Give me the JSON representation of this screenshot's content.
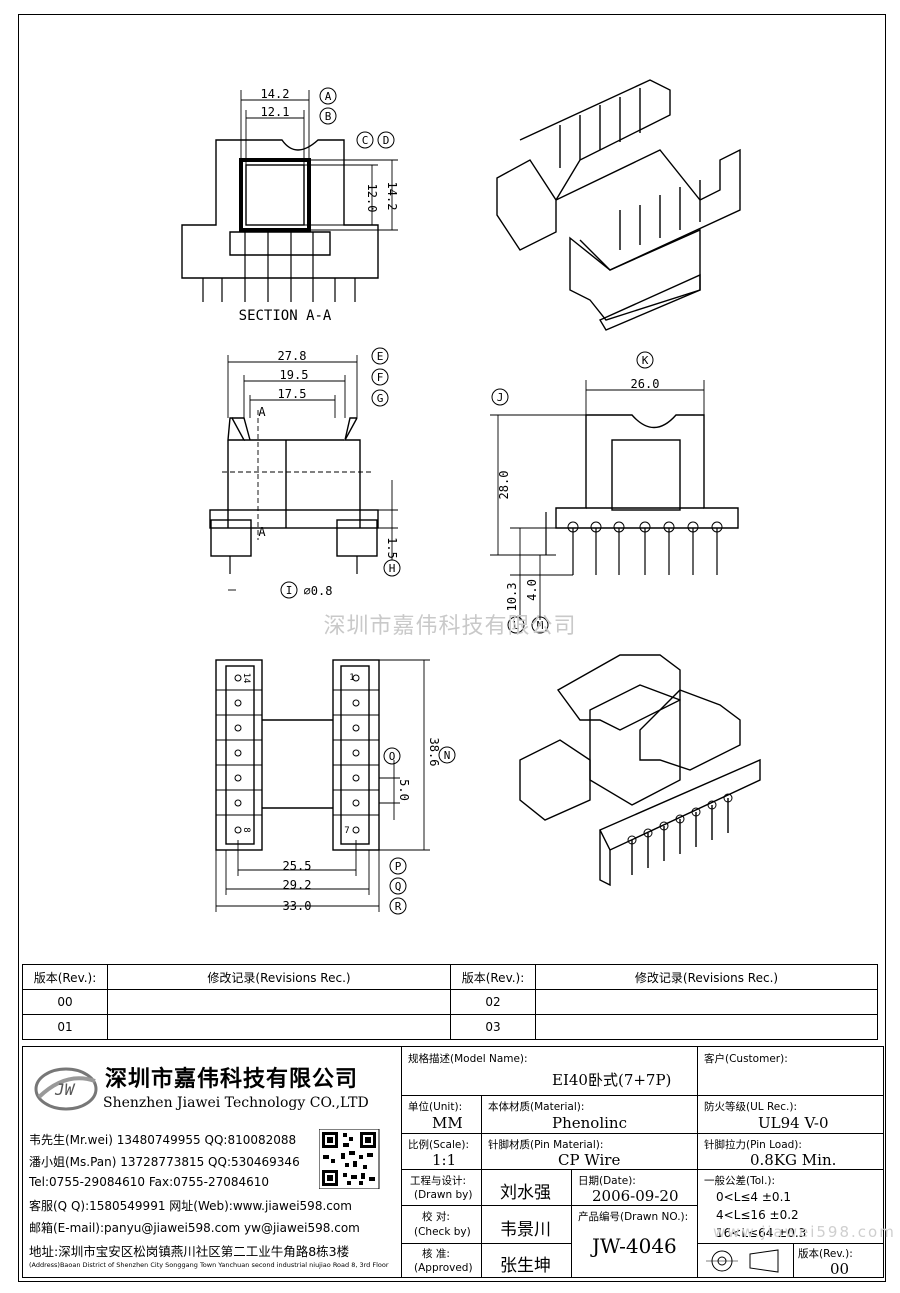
{
  "labels": {
    "section": "SECTION  A-A",
    "cut_a": "A"
  },
  "dims": {
    "d14_2_top": "14.2",
    "d12_1": "12.1",
    "d12_0": "12.0",
    "d14_2_side": "14.2",
    "d27_8": "27.8",
    "d19_5": "19.5",
    "d17_5": "17.5",
    "d1_5": "1.5",
    "d0_8": "⌀0.8",
    "d26_0": "26.0",
    "d28_0": "28.0",
    "d10_3": "10.3",
    "d4_0": "4.0",
    "d38_6": "38.6",
    "d5_0": "5.0",
    "d25_5": "25.5",
    "d29_2": "29.2",
    "d33_0": "33.0",
    "pin14": "14",
    "pin1": "1",
    "pin8": "8",
    "pin7": "7"
  },
  "callouts": [
    "A",
    "B",
    "C",
    "D",
    "E",
    "F",
    "G",
    "H",
    "I",
    "J",
    "K",
    "L",
    "M",
    "N",
    "O",
    "P",
    "Q",
    "R"
  ],
  "watermark": "深圳市嘉伟科技有限公司",
  "revisions": {
    "header_rev": "版本(Rev.):",
    "header_rec": "修改记录(Revisions Rec.)",
    "rows": [
      [
        "00",
        "",
        "02",
        ""
      ],
      [
        "01",
        "",
        "03",
        ""
      ]
    ]
  },
  "titleblock": {
    "logo_text": "JW",
    "company_cn": "深圳市嘉伟科技有限公司",
    "company_en": "Shenzhen Jiawei Technology CO.,LTD",
    "contacts": [
      "韦先生(Mr.wei) 13480749955 QQ:810082088",
      "潘小姐(Ms.Pan) 13728773815 QQ:530469346",
      "Tel:0755-29084610       Fax:0755-27084610",
      "客服(Q Q):1580549991    网址(Web):www.jiawei598.com",
      "邮箱(E-mail):panyu@jiawei598.com  yw@jiawei598.com",
      "地址:深圳市宝安区松岗镇燕川社区第二工业牛角路8栋3楼"
    ],
    "address_en": "(Address)Baoan District of Shenzhen City Songgang Town Yanchuan  second industrial niujiao Road 8, 3rd Floor",
    "model_label": "规格描述(Model Name):",
    "model_value": "EI40卧式(7+7P)",
    "customer_label": "客户(Customer):",
    "unit_label": "单位(Unit):",
    "unit_value": "MM",
    "material_label": "本体材质(Material):",
    "material_value": "Phenolinc",
    "ul_label": "防火等级(UL Rec.):",
    "ul_value": "UL94 V-0",
    "scale_label": "比例(Scale):",
    "scale_value": "1:1",
    "pin_material_label": "针脚材质(Pin Material):",
    "pin_material_value": "CP Wire",
    "pin_load_label": "针脚拉力(Pin Load):",
    "pin_load_value": "0.8KG Min.",
    "design_label": "工程与设计:",
    "drawn_by_label": "(Drawn by)",
    "drawn_by_value": "刘水强",
    "date_label": "日期(Date):",
    "date_value": "2006-09-20",
    "tol_label": "一般公差(Tol.):",
    "tol_rows": [
      "0<L≤4    ±0.1",
      "4<L≤16   ±0.2",
      "16<L≤64  ±0.3"
    ],
    "check_label": "校  对:",
    "check_by_label": "(Check by)",
    "check_by_value": "韦景川",
    "drawn_no_label": "产品编号(Drawn NO.):",
    "drawn_no_value": "JW-4046",
    "approve_label": "核  准:",
    "approved_label": "(Approved)",
    "approved_value": "张生坤",
    "version_label": "版本(Rev.):",
    "version_value": "00",
    "site_watermark": "www.jiawei598.com"
  }
}
